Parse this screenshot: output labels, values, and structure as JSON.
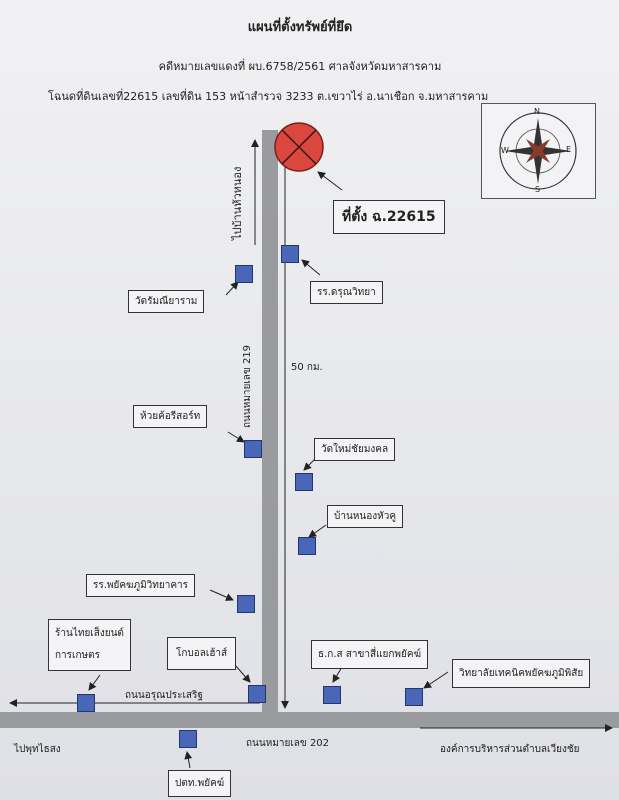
{
  "map": {
    "title": "แผนที่ตั้งทรัพย์ที่ยึด",
    "case_line": "คดีหมายเลขแดงที่ ผบ.6758/2561 ศาลจังหวัดมหาสารคาม",
    "deed_line": "โฉนดที่ดินเลขที่22615  เลขที่ดิน 153 หน้าสำรวจ 3233 ต.เขวาไร่ อ.นาเชือก จ.มหาสารคาม",
    "site_label": "ที่ตั้ง ฉ.22615",
    "distance": "50 กม.",
    "compass": {
      "n": "N",
      "s": "S",
      "e": "E",
      "w": "W"
    },
    "roads": {
      "road_219": "ถนนหมายเลข 219",
      "road_202": "ถนนหมายเลข 202",
      "road_prasert": "ถนนอรุณประเสริฐ",
      "to_north": "ไปบ้านหัวหนอง",
      "to_west": "ไปพุทไธสง",
      "to_east": "องค์การบริหารส่วนตำบลเวียงชัย"
    },
    "places": {
      "school_darun": "รร.ดรุณวิทยา",
      "wat_rommani": "วัดรัมณียาราม",
      "huai_resort": "ห้วยค้อรีสอร์ท",
      "wat_mai": "วัดใหม่ชัยมงคล",
      "ban_nong": "บ้านหนองหัวคู",
      "school_phayak": "รร.พยัคฆภูมิวิทยาคาร",
      "shop_thai": "ร้านไทยเส็งยนต์",
      "shop_thai_2": "การเกษตร",
      "lotus": "โกบอลเฮ้าส์",
      "bank": "ธ.ก.ส สาขาสี่แยกพยัคฆ์",
      "college": "วิทยาลัยเทคนิคพยัคฆภูมิพิสัย",
      "ptt": "ปตท.พยัคฆ์"
    },
    "colors": {
      "site_marker": "#d9473f",
      "place_marker": "#4a66b8",
      "road": "#9a9b9f"
    }
  }
}
